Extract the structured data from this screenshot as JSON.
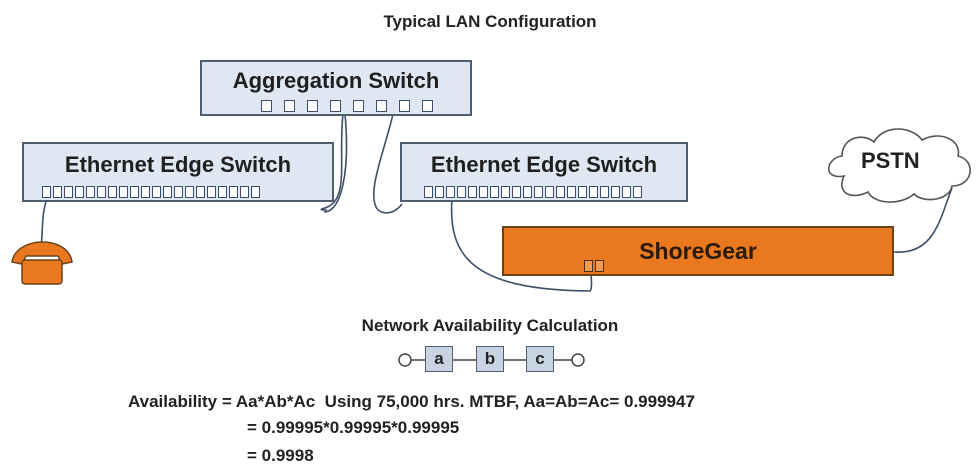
{
  "title": "Typical LAN Configuration",
  "aggregation_switch": {
    "label": "Aggregation Switch",
    "port_count": 8
  },
  "edge_switch_left": {
    "label": "Ethernet Edge Switch",
    "port_count": 20
  },
  "edge_switch_right": {
    "label": "Ethernet Edge Switch",
    "port_count": 20
  },
  "shoregear": {
    "label": "ShoreGear",
    "port_count": 2
  },
  "pstn": {
    "label": "PSTN"
  },
  "phone": {
    "icon": "phone-icon",
    "color": "#e9781e"
  },
  "calculation": {
    "title": "Network Availability Calculation",
    "blocks": [
      "a",
      "b",
      "c"
    ],
    "line1": "Availability = Aa*Ab*Ac  Using 75,000 hrs. MTBF, Aa=Ab=Ac= 0.999947",
    "line2": "= 0.99995*0.99995*0.99995",
    "line3": "= 0.9998"
  },
  "colors": {
    "switch_fill": "#dfe7f2",
    "switch_border": "#4f5f72",
    "shoregear_fill": "#e9781e"
  }
}
